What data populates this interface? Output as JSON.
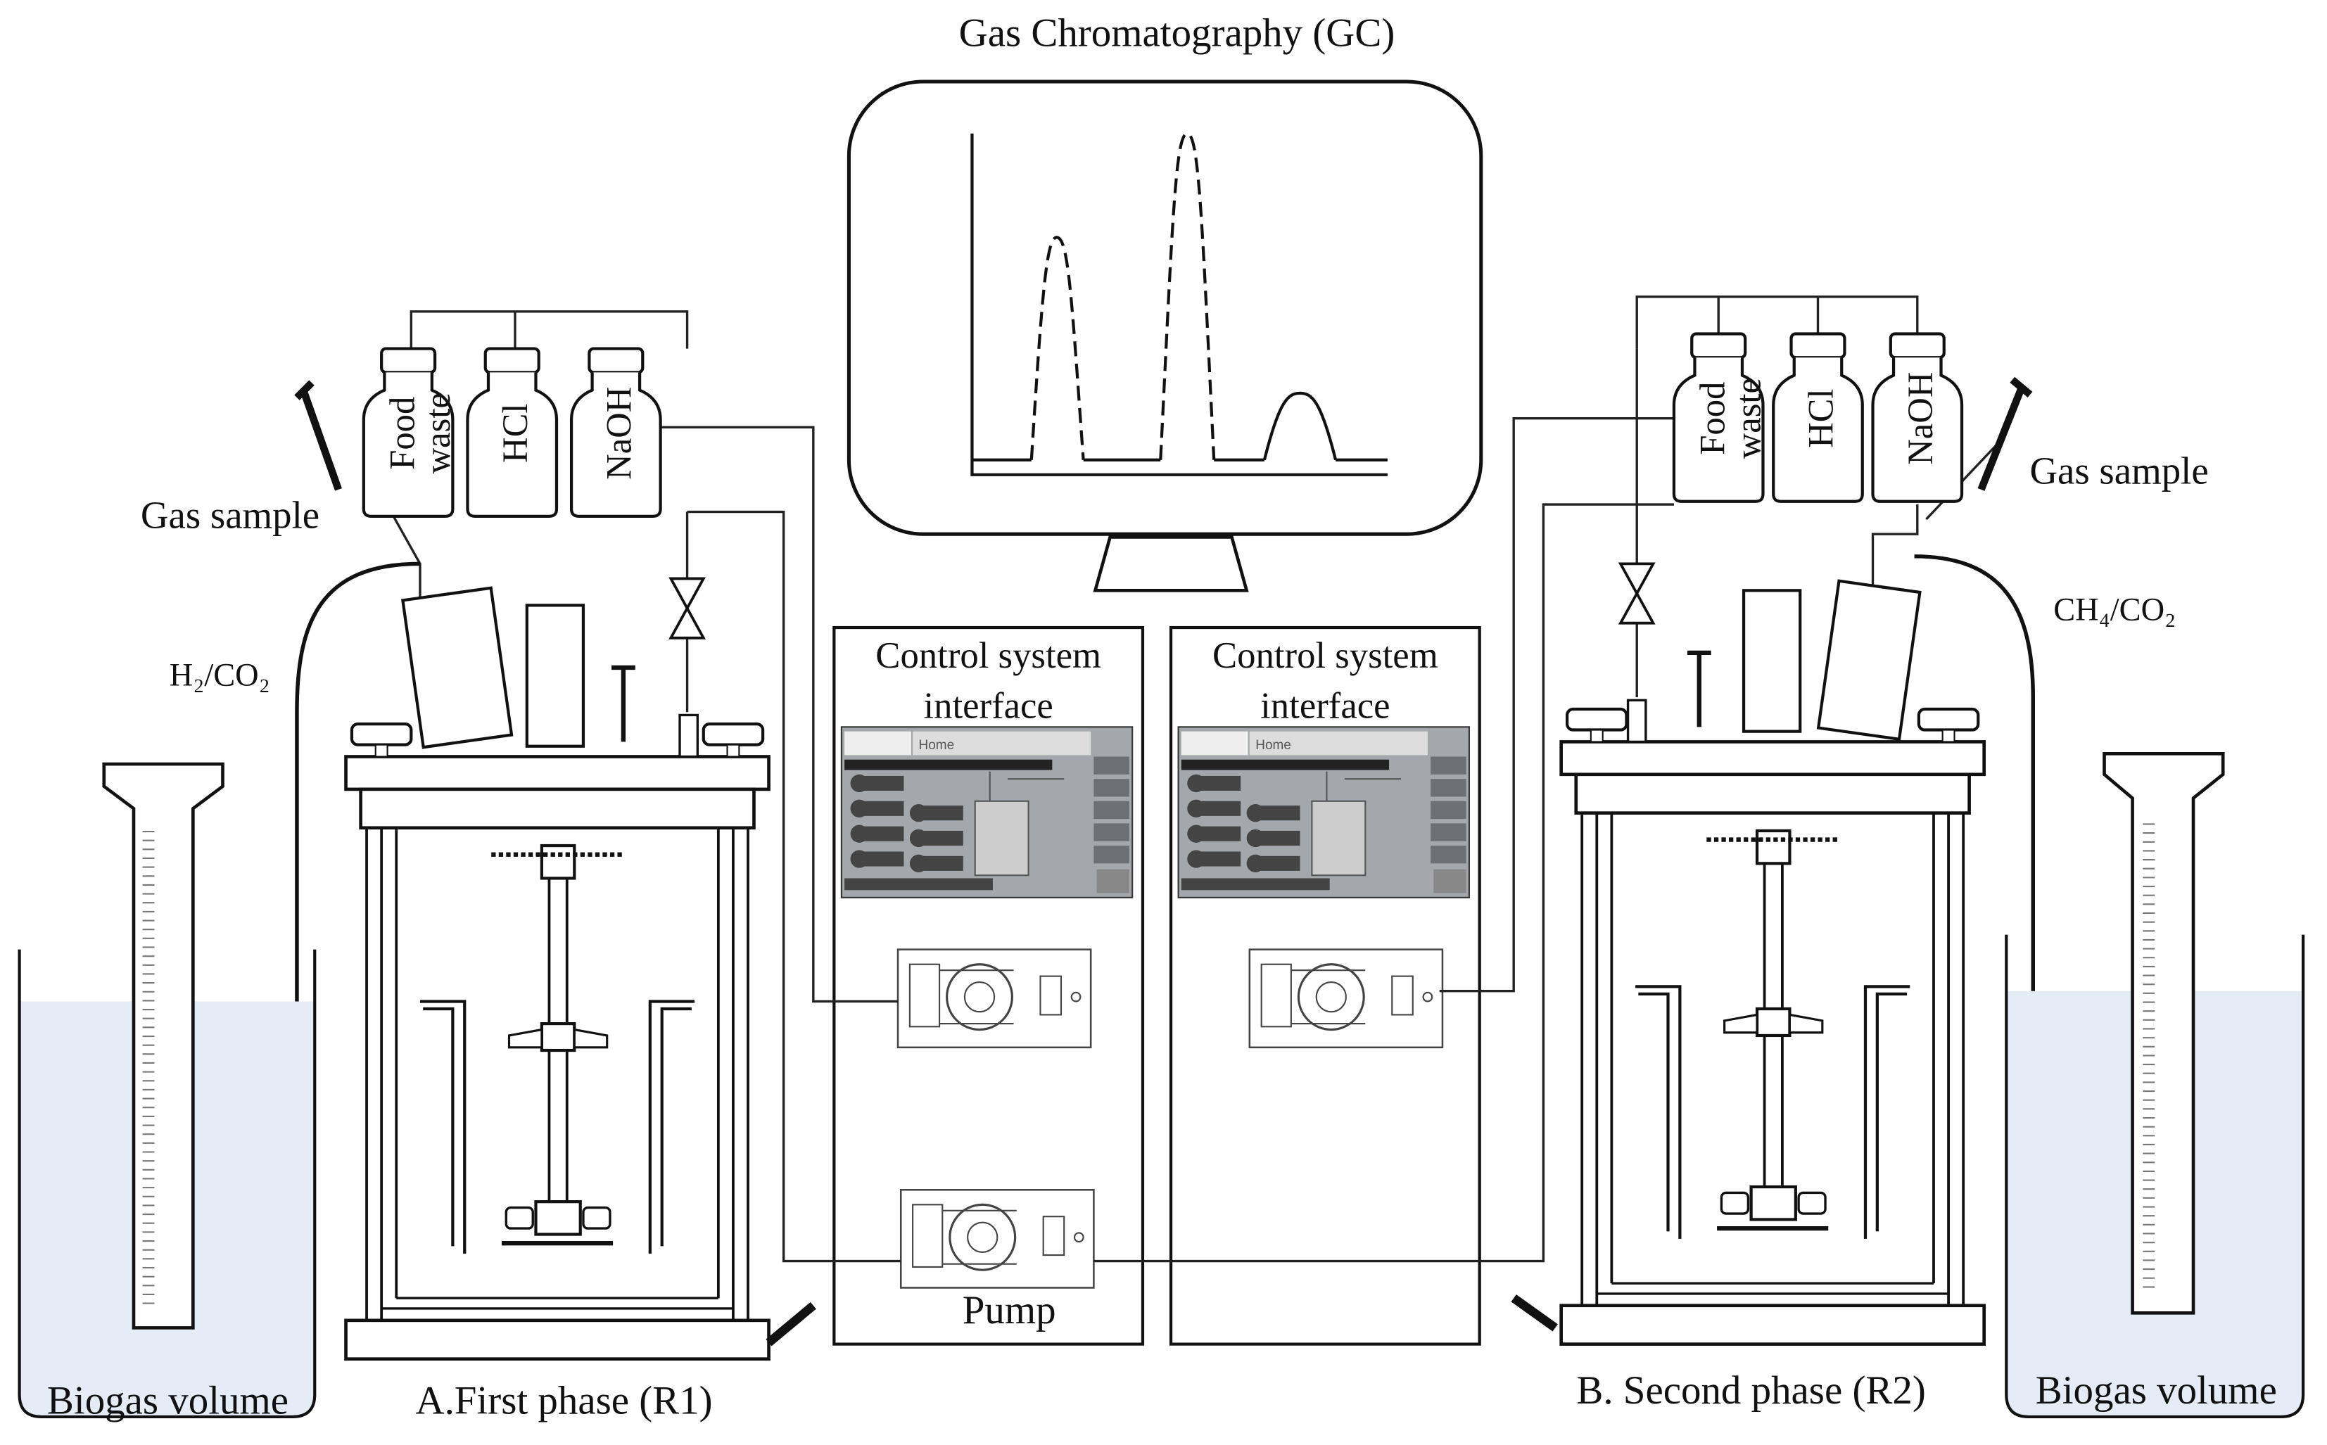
{
  "title": "Gas Chromatography (GC)",
  "control_left": {
    "line1": "Control system",
    "line2": "interface",
    "screen_title": "Home"
  },
  "control_right": {
    "line1": "Control system",
    "line2": "interface",
    "screen_title": "Home"
  },
  "pump_label": "Pump",
  "left": {
    "bottles": [
      "Food waste",
      "HCl",
      "NaOH"
    ],
    "gas_sample": "Gas sample",
    "gas": "H₂/CO₂",
    "biogas": "Biogas volume",
    "reactor": "A.First phase (R1)"
  },
  "right": {
    "bottles": [
      "Food waste",
      "HCl",
      "NaOH"
    ],
    "gas_sample": "Gas sample",
    "gas": "CH₄/CO₂",
    "biogas": "Biogas volume",
    "reactor": "B. Second phase (R2)"
  },
  "colors": {
    "water": "#e6ecf7",
    "screen": "#9a9ea4",
    "line": "#222222"
  }
}
